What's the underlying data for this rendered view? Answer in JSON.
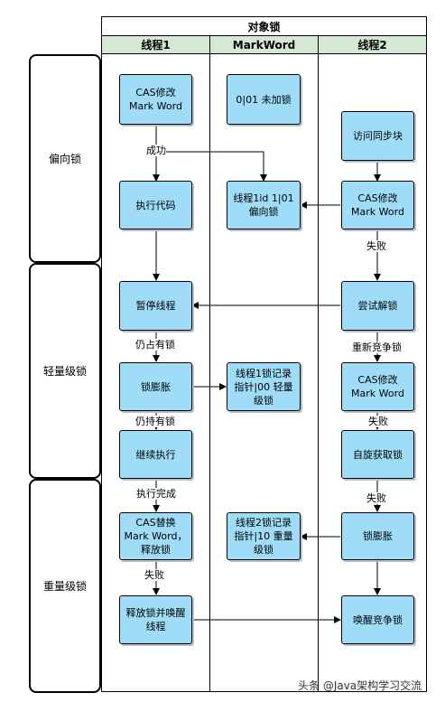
{
  "table": {
    "title": "对象锁",
    "lanes": [
      "线程1",
      "MarkWord",
      "线程2"
    ]
  },
  "phases": [
    "偏向锁",
    "轻量级锁",
    "重量级锁"
  ],
  "nodes": {
    "t1_cas_modify": "CAS修改\nMark Word",
    "t1_exec_code": "执行代码",
    "t1_pause": "暂停线程",
    "t1_inflate": "锁膨胀",
    "t1_continue": "继续执行",
    "t1_cas_replace": "CAS替换\nMark Word，\n释放锁",
    "t1_release_wake": "释放锁并唤醒\n线程",
    "mw_unlocked": "0|01 未加锁",
    "mw_biased": "线程1id 1|01\n偏向锁",
    "mw_lightweight": "线程1锁记录\n指针|00 轻量\n级锁",
    "mw_heavyweight": "线程2锁记录\n指针|10 重量\n级锁",
    "t2_access_sync": "访问同步块",
    "t2_cas_modify": "CAS修改\nMark Word",
    "t2_try_revoke": "尝试解锁",
    "t2_cas_modify2": "CAS修改\nMark Word",
    "t2_spin": "自旋获取锁",
    "t2_inflate": "锁膨胀",
    "t2_wake_compete": "唤醒竞争锁"
  },
  "edge_labels": {
    "success": "成功",
    "fail_1": "失败",
    "still_hold_1": "仍占有锁",
    "recompete": "重新竞争锁",
    "still_hold_2": "仍持有锁",
    "fail_2": "失败",
    "exec_done": "执行完成",
    "fail_3": "失败",
    "fail_4": "失败"
  },
  "watermark": "头条 @Java架构学习交流",
  "colors": {
    "node_fill": "#9fdcf7",
    "header_fill": "#d5e8d4",
    "line": "#000000"
  }
}
